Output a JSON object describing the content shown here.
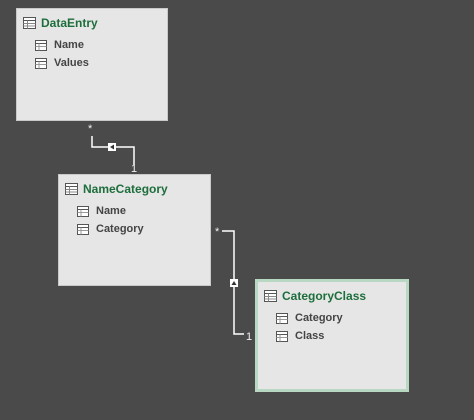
{
  "tables": [
    {
      "title": "DataEntry",
      "fields": [
        "Name",
        "Values"
      ]
    },
    {
      "title": "NameCategory",
      "fields": [
        "Name",
        "Category"
      ]
    },
    {
      "title": "CategoryClass",
      "fields": [
        "Category",
        "Class"
      ]
    }
  ],
  "relationships": [
    {
      "from_cardinality": "*",
      "to_cardinality": "1"
    },
    {
      "from_cardinality": "*",
      "to_cardinality": "1"
    }
  ],
  "icons": {
    "table": "table-icon",
    "field": "column-icon",
    "arrow": "filter-direction-arrow-icon"
  },
  "colors": {
    "canvas": "#4a4a4a",
    "card": "#e6e6e6",
    "title": "#1e6e3c",
    "field_text": "#444444",
    "selected_border": "#b8d8c4",
    "connector": "#ffffff"
  }
}
